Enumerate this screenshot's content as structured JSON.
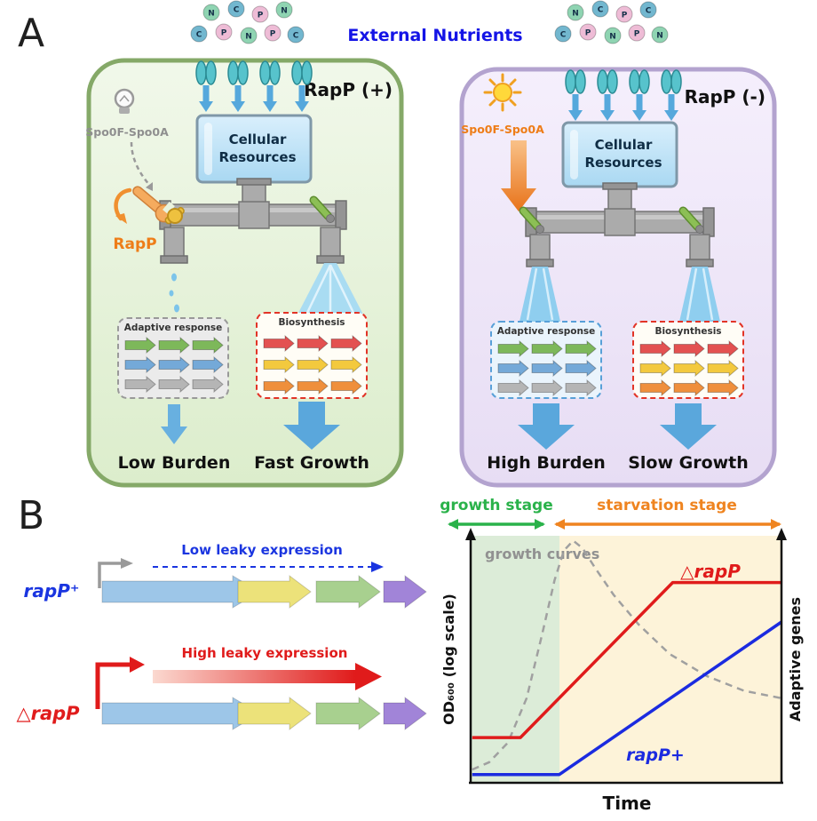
{
  "figure": {
    "panel_a_label": "A",
    "panel_b_label": "B"
  },
  "panel_a": {
    "external_nutrients_label": "External Nutrients",
    "external_nutrients_color": "#1414e6",
    "nutrients_left": [
      {
        "letter": "N",
        "fill": "#8fd4b2"
      },
      {
        "letter": "C",
        "fill": "#72b7cf"
      },
      {
        "letter": "P",
        "fill": "#eebcd6"
      },
      {
        "letter": "N",
        "fill": "#8fd4b2"
      },
      {
        "letter": "C",
        "fill": "#72b7cf"
      },
      {
        "letter": "P",
        "fill": "#eebcd6"
      },
      {
        "letter": "N",
        "fill": "#8fd4b2"
      },
      {
        "letter": "P",
        "fill": "#eebcd6"
      },
      {
        "letter": "C",
        "fill": "#72b7cf"
      }
    ],
    "nutrients_right": [
      {
        "letter": "N",
        "fill": "#8fd4b2"
      },
      {
        "letter": "C",
        "fill": "#72b7cf"
      },
      {
        "letter": "P",
        "fill": "#eebcd6"
      },
      {
        "letter": "C",
        "fill": "#72b7cf"
      },
      {
        "letter": "C",
        "fill": "#72b7cf"
      },
      {
        "letter": "P",
        "fill": "#eebcd6"
      },
      {
        "letter": "N",
        "fill": "#8fd4b2"
      },
      {
        "letter": "P",
        "fill": "#eebcd6"
      },
      {
        "letter": "N",
        "fill": "#8fd4b2"
      }
    ],
    "left_cell": {
      "title": "RapP (+)",
      "regulator_label": "Spo0F-Spo0A",
      "regulator_color": "#8f8f8f",
      "rapp_label": "RapP",
      "rapp_color": "#ee7d18",
      "tank_line1": "Cellular",
      "tank_line2": "Resources",
      "adaptive_box_title": "Adaptive response",
      "biosynthesis_box_title": "Biosynthesis",
      "outcome_left": "Low Burden",
      "outcome_right": "Fast Growth"
    },
    "right_cell": {
      "title": "RapP (-)",
      "regulator_label": "Spo0F-Spo0A",
      "regulator_color": "#ee7d18",
      "tank_line1": "Cellular",
      "tank_line2": "Resources",
      "adaptive_box_title": "Adaptive response",
      "biosynthesis_box_title": "Biosynthesis",
      "outcome_left": "High Burden",
      "outcome_right": "Slow Growth"
    }
  },
  "gene_row_colors": {
    "adaptive": [
      "#7db85a",
      "#74a9d8",
      "#b5b5b5"
    ],
    "biosynthesis": [
      "#e35151",
      "#f3c93e",
      "#ef8f3c"
    ]
  },
  "panel_b": {
    "wt": {
      "name": "rapP⁺",
      "expression": "Low leaky expression",
      "color": "#1a35e0"
    },
    "mutant": {
      "name": "△rapP",
      "expression": "High leaky expression",
      "color": "#e01b1b"
    },
    "operon_gene_colors": [
      "#9dc6e8",
      "#ece27a",
      "#a8d08f",
      "#a184d8"
    ]
  },
  "chart_data": {
    "type": "line",
    "xlabel": "Time",
    "ylabel_left": "OD₆₀₀ (log scale)",
    "ylabel_right": "Adaptive genes",
    "annotation": "growth curves",
    "stages": [
      {
        "label": "growth stage",
        "color": "#2ab24a",
        "band_color": "#dcecd8",
        "x_from": 0,
        "x_to": 0.285
      },
      {
        "label": "starvation stage",
        "color": "#ef8420",
        "band_color": "#fdf3d9",
        "x_from": 0.285,
        "x_to": 1
      }
    ],
    "series": [
      {
        "name": "growth curves",
        "color": "#a0a0a0",
        "style": "dashed",
        "points": [
          [
            0.005,
            0.05
          ],
          [
            0.06,
            0.08
          ],
          [
            0.12,
            0.16
          ],
          [
            0.18,
            0.34
          ],
          [
            0.23,
            0.6
          ],
          [
            0.27,
            0.82
          ],
          [
            0.3,
            0.94
          ],
          [
            0.33,
            0.98
          ],
          [
            0.36,
            0.95
          ],
          [
            0.4,
            0.87
          ],
          [
            0.46,
            0.76
          ],
          [
            0.54,
            0.64
          ],
          [
            0.64,
            0.52
          ],
          [
            0.76,
            0.43
          ],
          [
            0.88,
            0.37
          ],
          [
            1.0,
            0.34
          ]
        ]
      },
      {
        "name": "△rapP",
        "color": "#e01b1b",
        "style": "solid",
        "points": [
          [
            0.005,
            0.18
          ],
          [
            0.16,
            0.18
          ],
          [
            0.65,
            0.81
          ],
          [
            1.0,
            0.81
          ]
        ]
      },
      {
        "name": "rapP+",
        "color": "#1b2be0",
        "style": "solid",
        "points": [
          [
            0.005,
            0.03
          ],
          [
            0.285,
            0.03
          ],
          [
            1.0,
            0.65
          ]
        ]
      }
    ]
  }
}
